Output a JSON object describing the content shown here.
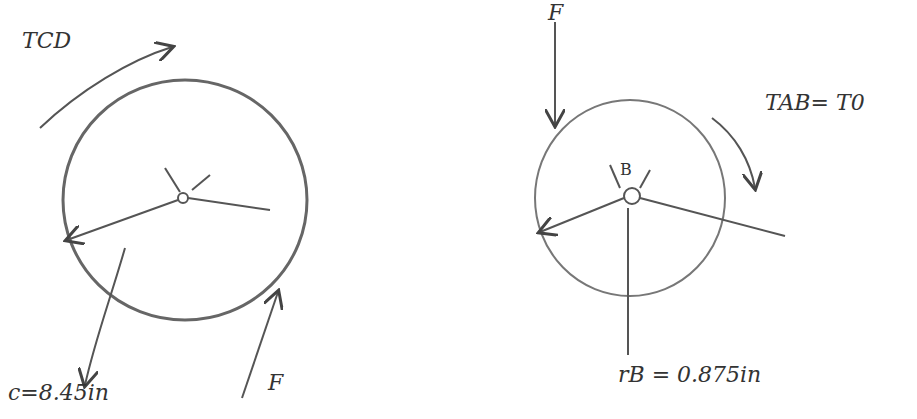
{
  "diagram": {
    "labels": [
      "TCD",
      "c=8.45in",
      "F",
      "F",
      "TAB= T0",
      "B",
      "rB = 0.875in"
    ]
  }
}
